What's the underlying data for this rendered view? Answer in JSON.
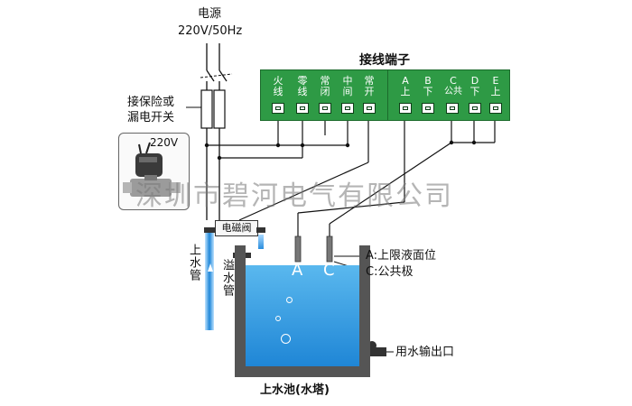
{
  "power": {
    "title": "电源",
    "spec": "220V/50Hz"
  },
  "breaker_label": "接保险或漏电开关",
  "terminal": {
    "title": "接线端子",
    "left_cols": [
      {
        "line1": "火",
        "line2": "线"
      },
      {
        "line1": "零",
        "line2": "线"
      },
      {
        "line1": "常",
        "line2": "闭"
      },
      {
        "line1": "中",
        "line2": "间"
      },
      {
        "line1": "常",
        "line2": "开"
      }
    ],
    "right_cols": [
      {
        "line1": "A",
        "line2": "上"
      },
      {
        "line1": "B",
        "line2": "下"
      },
      {
        "line1": "C",
        "line2": "公共"
      },
      {
        "line1": "D",
        "line2": "下"
      },
      {
        "line1": "E",
        "line2": "上"
      }
    ]
  },
  "valve": {
    "voltage": "220V",
    "label": "电磁阀"
  },
  "inlet_pipe_label": "上水管",
  "overflow_pipe_label": "溢水管",
  "probes": {
    "a_letter": "A",
    "c_letter": "C",
    "a_desc": "A:上限液面位",
    "c_desc": "C:公共极"
  },
  "outlet_label": "用水输出口",
  "tank_label": "上水池(水塔)",
  "watermark": "深圳市碧河电气有限公司",
  "colors": {
    "terminal_green": "#2e9a45",
    "water_blue": "#1f86d6"
  }
}
